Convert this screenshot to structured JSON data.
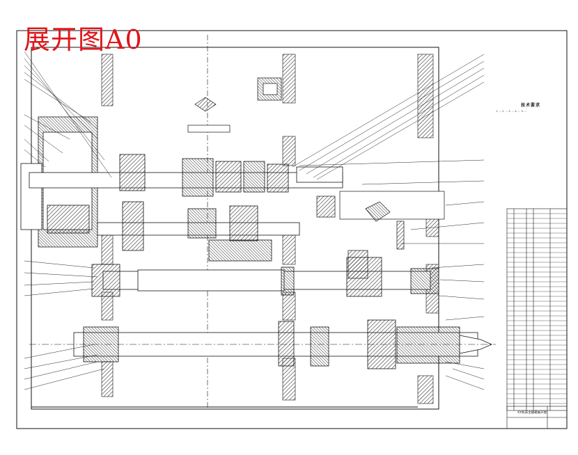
{
  "title_stamp": "展开图A0",
  "technical_notes": {
    "heading": "技术要求",
    "body": "1. ... 2. ... 3. ... 4. ... 5. ..."
  },
  "title_block": {
    "drawing_name": "XX机床主轴箱展开图"
  },
  "colors": {
    "line": "#1a1a1a",
    "hatch": "#555555",
    "stamp": "#e0161b",
    "background": "#ffffff"
  }
}
